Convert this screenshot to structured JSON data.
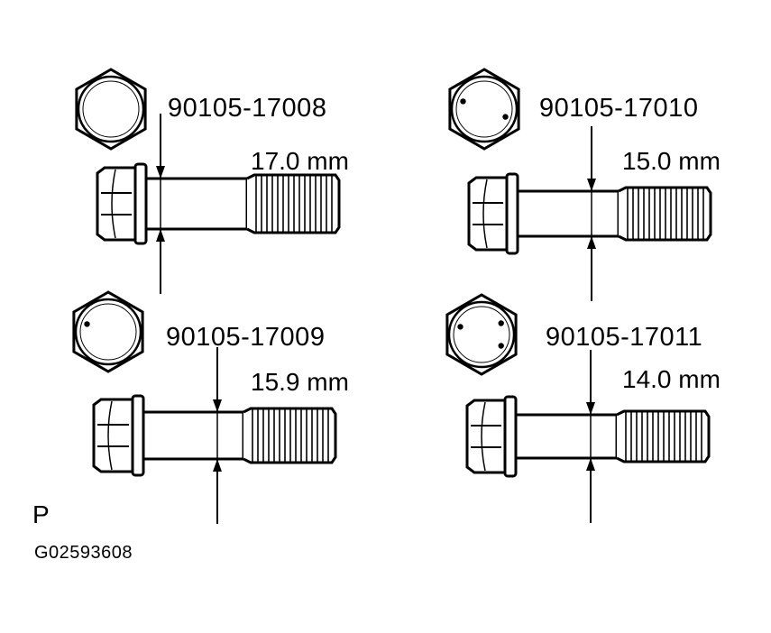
{
  "bolts": [
    {
      "part_number": "90105-17008",
      "diameter": "17.0 mm",
      "head_dots": 0
    },
    {
      "part_number": "90105-17010",
      "diameter": "15.0 mm",
      "head_dots": 2
    },
    {
      "part_number": "90105-17009",
      "diameter": "15.9 mm",
      "head_dots": 1
    },
    {
      "part_number": "90105-17011",
      "diameter": "14.0 mm",
      "head_dots": 3
    }
  ],
  "corner_mark": "P",
  "figure_code": "G02593608"
}
